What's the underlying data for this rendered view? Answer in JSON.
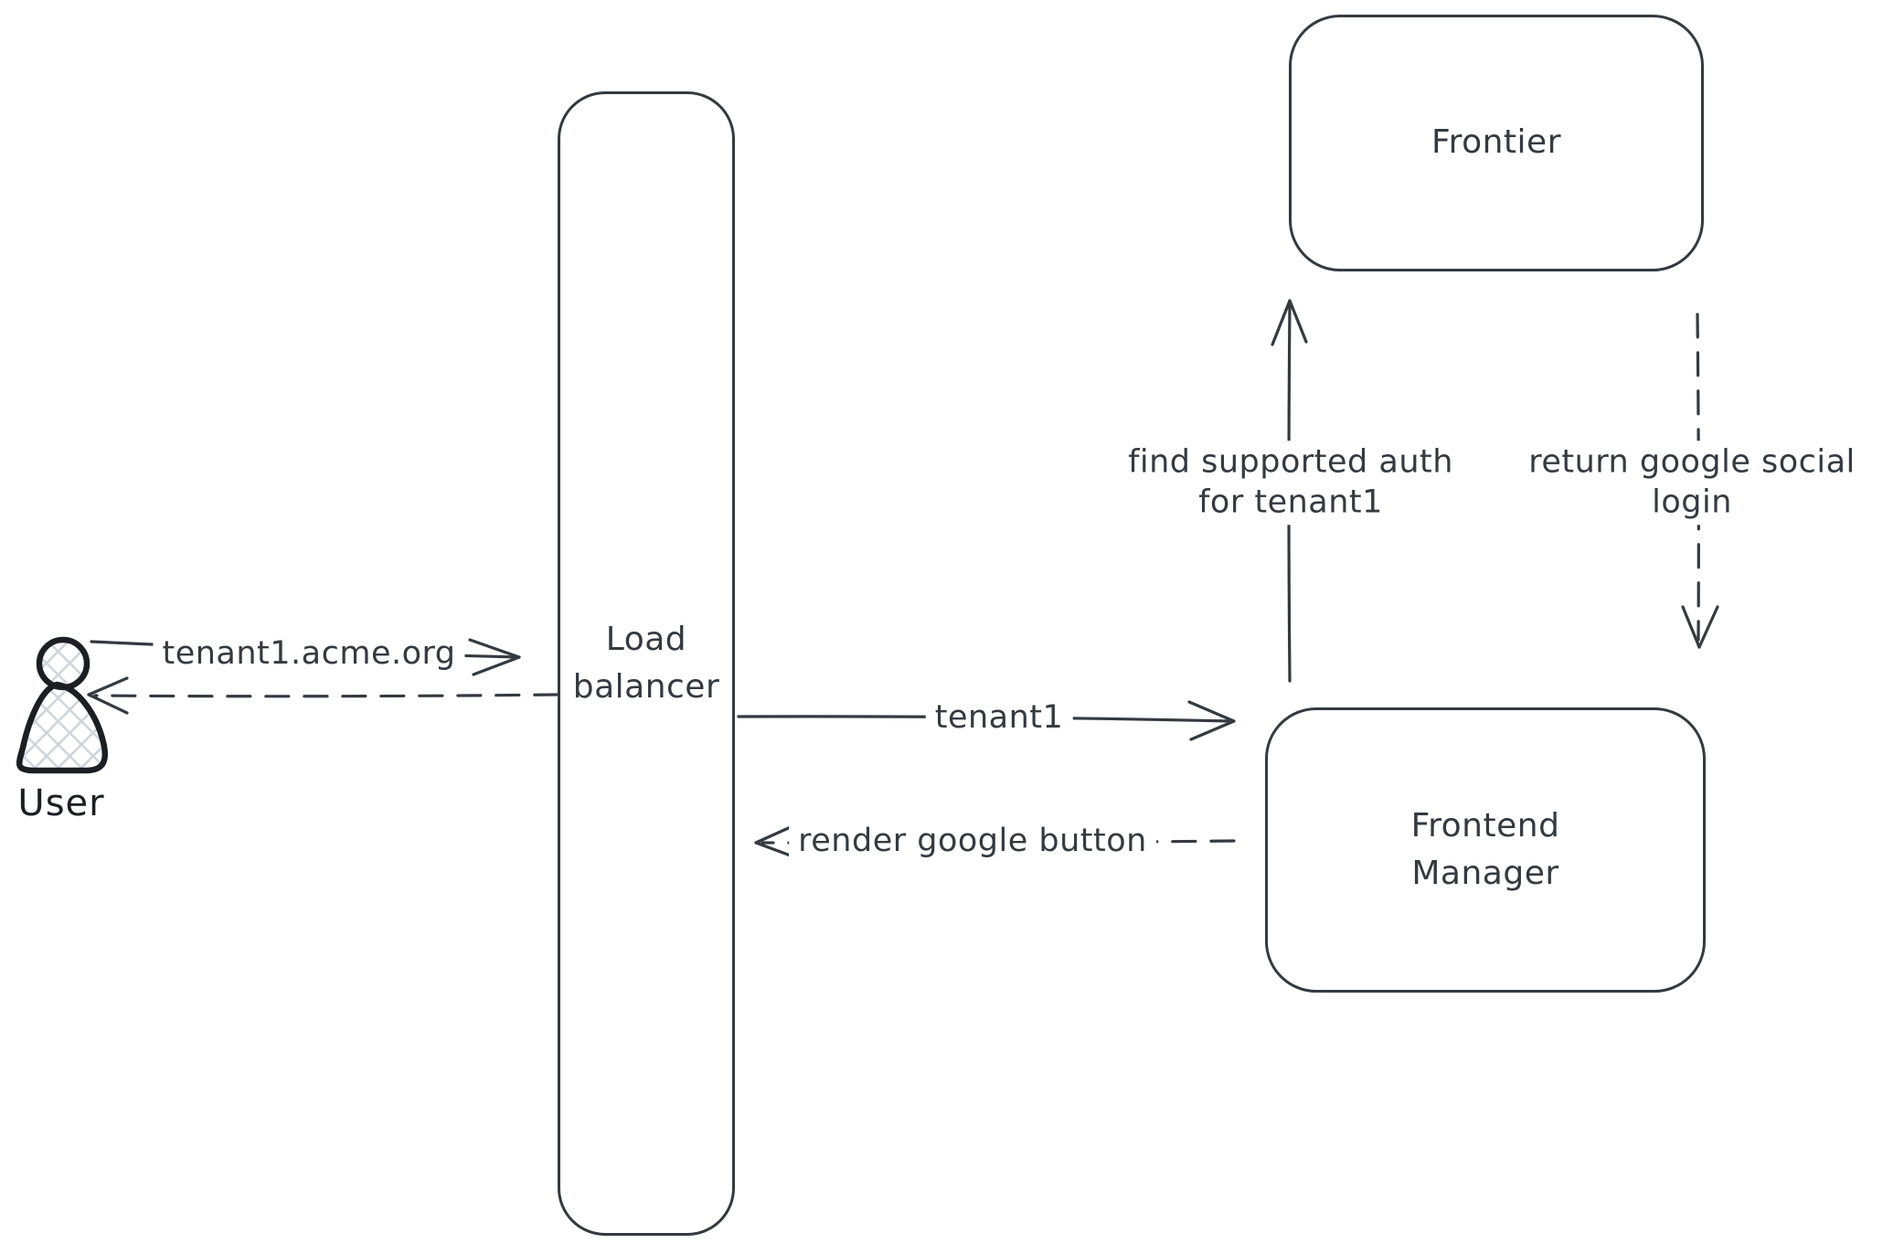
{
  "colors": {
    "stroke": "#343a40",
    "user_stroke": "#1b1f23",
    "hatch": "#cdd5dc",
    "background": "#ffffff"
  },
  "user": {
    "label": "User"
  },
  "nodes": {
    "load_balancer": {
      "line1": "Load",
      "line2": "balancer"
    },
    "frontier": {
      "label": "Frontier"
    },
    "frontend_manager": {
      "line1": "Frontend",
      "line2": "Manager"
    }
  },
  "edges": {
    "user_to_lb": {
      "from": "User",
      "to": "Load balancer",
      "style": "solid",
      "direction": "right",
      "label": "tenant1.acme.org"
    },
    "lb_to_user": {
      "from": "Load balancer",
      "to": "User",
      "style": "dashed",
      "direction": "left",
      "label": ""
    },
    "lb_to_fm": {
      "from": "Load balancer",
      "to": "Frontend Manager",
      "style": "solid",
      "direction": "right",
      "label": "tenant1"
    },
    "fm_to_lb": {
      "from": "Frontend Manager",
      "to": "Load balancer",
      "style": "dashed",
      "direction": "left",
      "label": "render google button"
    },
    "fm_to_frontier": {
      "from": "Frontend Manager",
      "to": "Frontier",
      "style": "solid",
      "direction": "up",
      "line1": "find supported auth",
      "line2": "for tenant1"
    },
    "frontier_to_fm": {
      "from": "Frontier",
      "to": "Frontend Manager",
      "style": "dashed",
      "direction": "down",
      "line1": "return google social",
      "line2": "login"
    }
  }
}
